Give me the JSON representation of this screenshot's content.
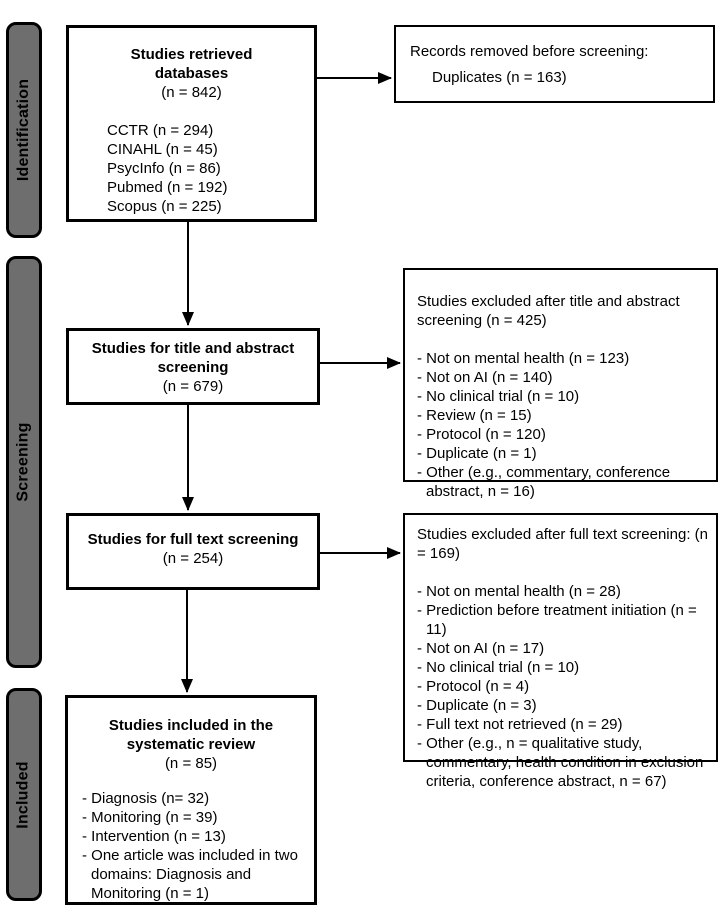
{
  "stages": [
    {
      "label": "Identification"
    },
    {
      "label": "Screening"
    },
    {
      "label": "Included"
    }
  ],
  "boxes": {
    "retrieved": {
      "title": "Studies retrieved databases",
      "count": "(n = 842)",
      "items": [
        "CCTR (n = 294)",
        "CINAHL (n = 45)",
        "PsycInfo (n = 86)",
        "Pubmed (n = 192)",
        "Scopus (n = 225)"
      ]
    },
    "removed": {
      "title": "Records removed before screening:",
      "detail": "Duplicates (n = 163)"
    },
    "title_abstract": {
      "title": "Studies for title and abstract screening",
      "count": "(n = 679)"
    },
    "excluded_title_abstract": {
      "title": "Studies excluded after title and abstract screening (n = 425)",
      "items": [
        "- Not on mental health (n = 123)",
        "- Not on AI (n = 140)",
        "- No clinical trial (n = 10)",
        "- Review (n = 15)",
        "- Protocol (n = 120)",
        "- Duplicate (n = 1)",
        "- Other (e.g., commentary, conference abstract, n = 16)"
      ]
    },
    "full_text": {
      "title": "Studies for full text screening",
      "count": "(n = 254)"
    },
    "excluded_full_text": {
      "title": "Studies excluded after full text screening: (n = 169)",
      "items": [
        "- Not on mental health (n = 28)",
        "- Prediction before treatment initiation (n = 11)",
        "- Not on AI (n = 17)",
        "- No clinical trial (n = 10)",
        "- Protocol (n = 4)",
        "- Duplicate (n = 3)",
        "- Full text not retrieved (n = 29)",
        "- Other (e.g., n = qualitative study, commentary, health condition in exclusion criteria, conference abstract, n = 67)"
      ]
    },
    "included": {
      "title": "Studies included in the systematic review",
      "count": "(n = 85)",
      "items": [
        "- Diagnosis (n= 32)",
        "- Monitoring (n = 39)",
        "- Intervention (n = 13)",
        "- One article was included in two domains: Diagnosis and Monitoring (n = 1)"
      ]
    }
  },
  "colors": {
    "stage_fill": "#6e6e6e",
    "border": "#000000",
    "background": "#ffffff"
  }
}
